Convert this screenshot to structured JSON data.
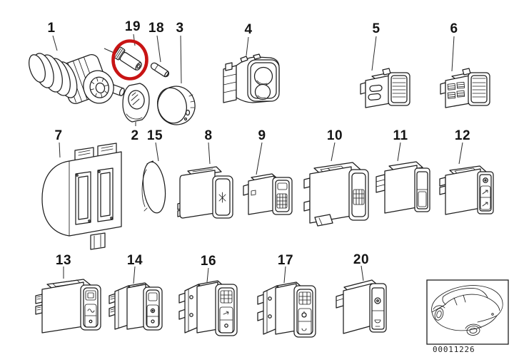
{
  "diagram": {
    "code": "00011226",
    "highlight": {
      "part_number": "19",
      "shape": "circle"
    },
    "colors": {
      "line": "#1e1e1e",
      "highlight": "#c81414",
      "background": "#ffffff"
    }
  },
  "parts": [
    {
      "number": "1"
    },
    {
      "number": "2"
    },
    {
      "number": "3"
    },
    {
      "number": "4"
    },
    {
      "number": "5"
    },
    {
      "number": "6"
    },
    {
      "number": "7"
    },
    {
      "number": "8"
    },
    {
      "number": "9"
    },
    {
      "number": "10"
    },
    {
      "number": "11"
    },
    {
      "number": "12"
    },
    {
      "number": "13"
    },
    {
      "number": "14"
    },
    {
      "number": "15"
    },
    {
      "number": "16"
    },
    {
      "number": "17"
    },
    {
      "number": "18"
    },
    {
      "number": "19",
      "highlighted": true
    },
    {
      "number": "20"
    }
  ]
}
